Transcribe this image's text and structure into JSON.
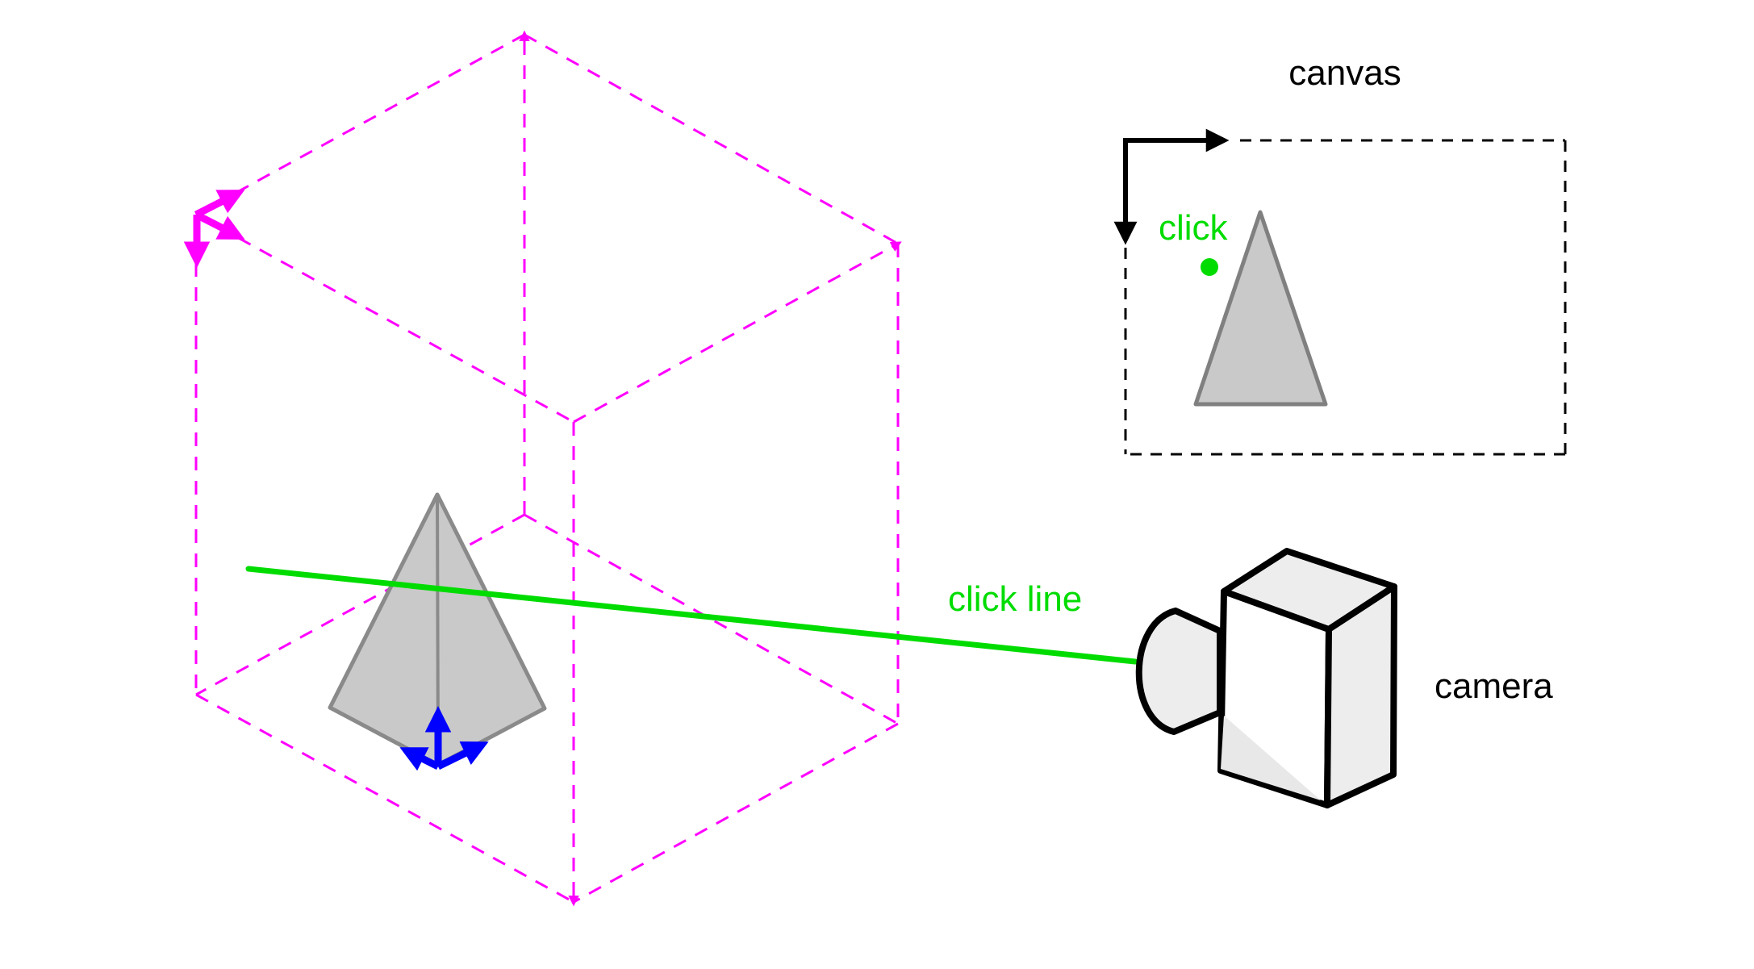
{
  "labels": {
    "canvas": "canvas",
    "click": "click",
    "click_line": "click line",
    "camera": "camera"
  },
  "colors": {
    "magenta": "#ff00ff",
    "green": "#00dc00",
    "blue": "#0000ff",
    "black": "#000000",
    "gray-fill": "#c9c9c9",
    "gray-stroke": "#8a8a8a",
    "tri-stroke": "#808080",
    "camera-light": "#ededed",
    "camera-shade": "#e8e8e8"
  },
  "scene": {
    "description": "3D scene bounding cube with object pyramid, camera and click ray, projected onto 2D canvas",
    "world_box": "dashed magenta cube wireframe with local axes at top-left corner",
    "object": "gray pyramid with blue local axes at base front corner",
    "ray": "green click line from scene through pyramid to camera lens",
    "canvas_panel": "dashed black rectangle with x/y axes arrows at top-left, projected gray triangle and green click point"
  }
}
